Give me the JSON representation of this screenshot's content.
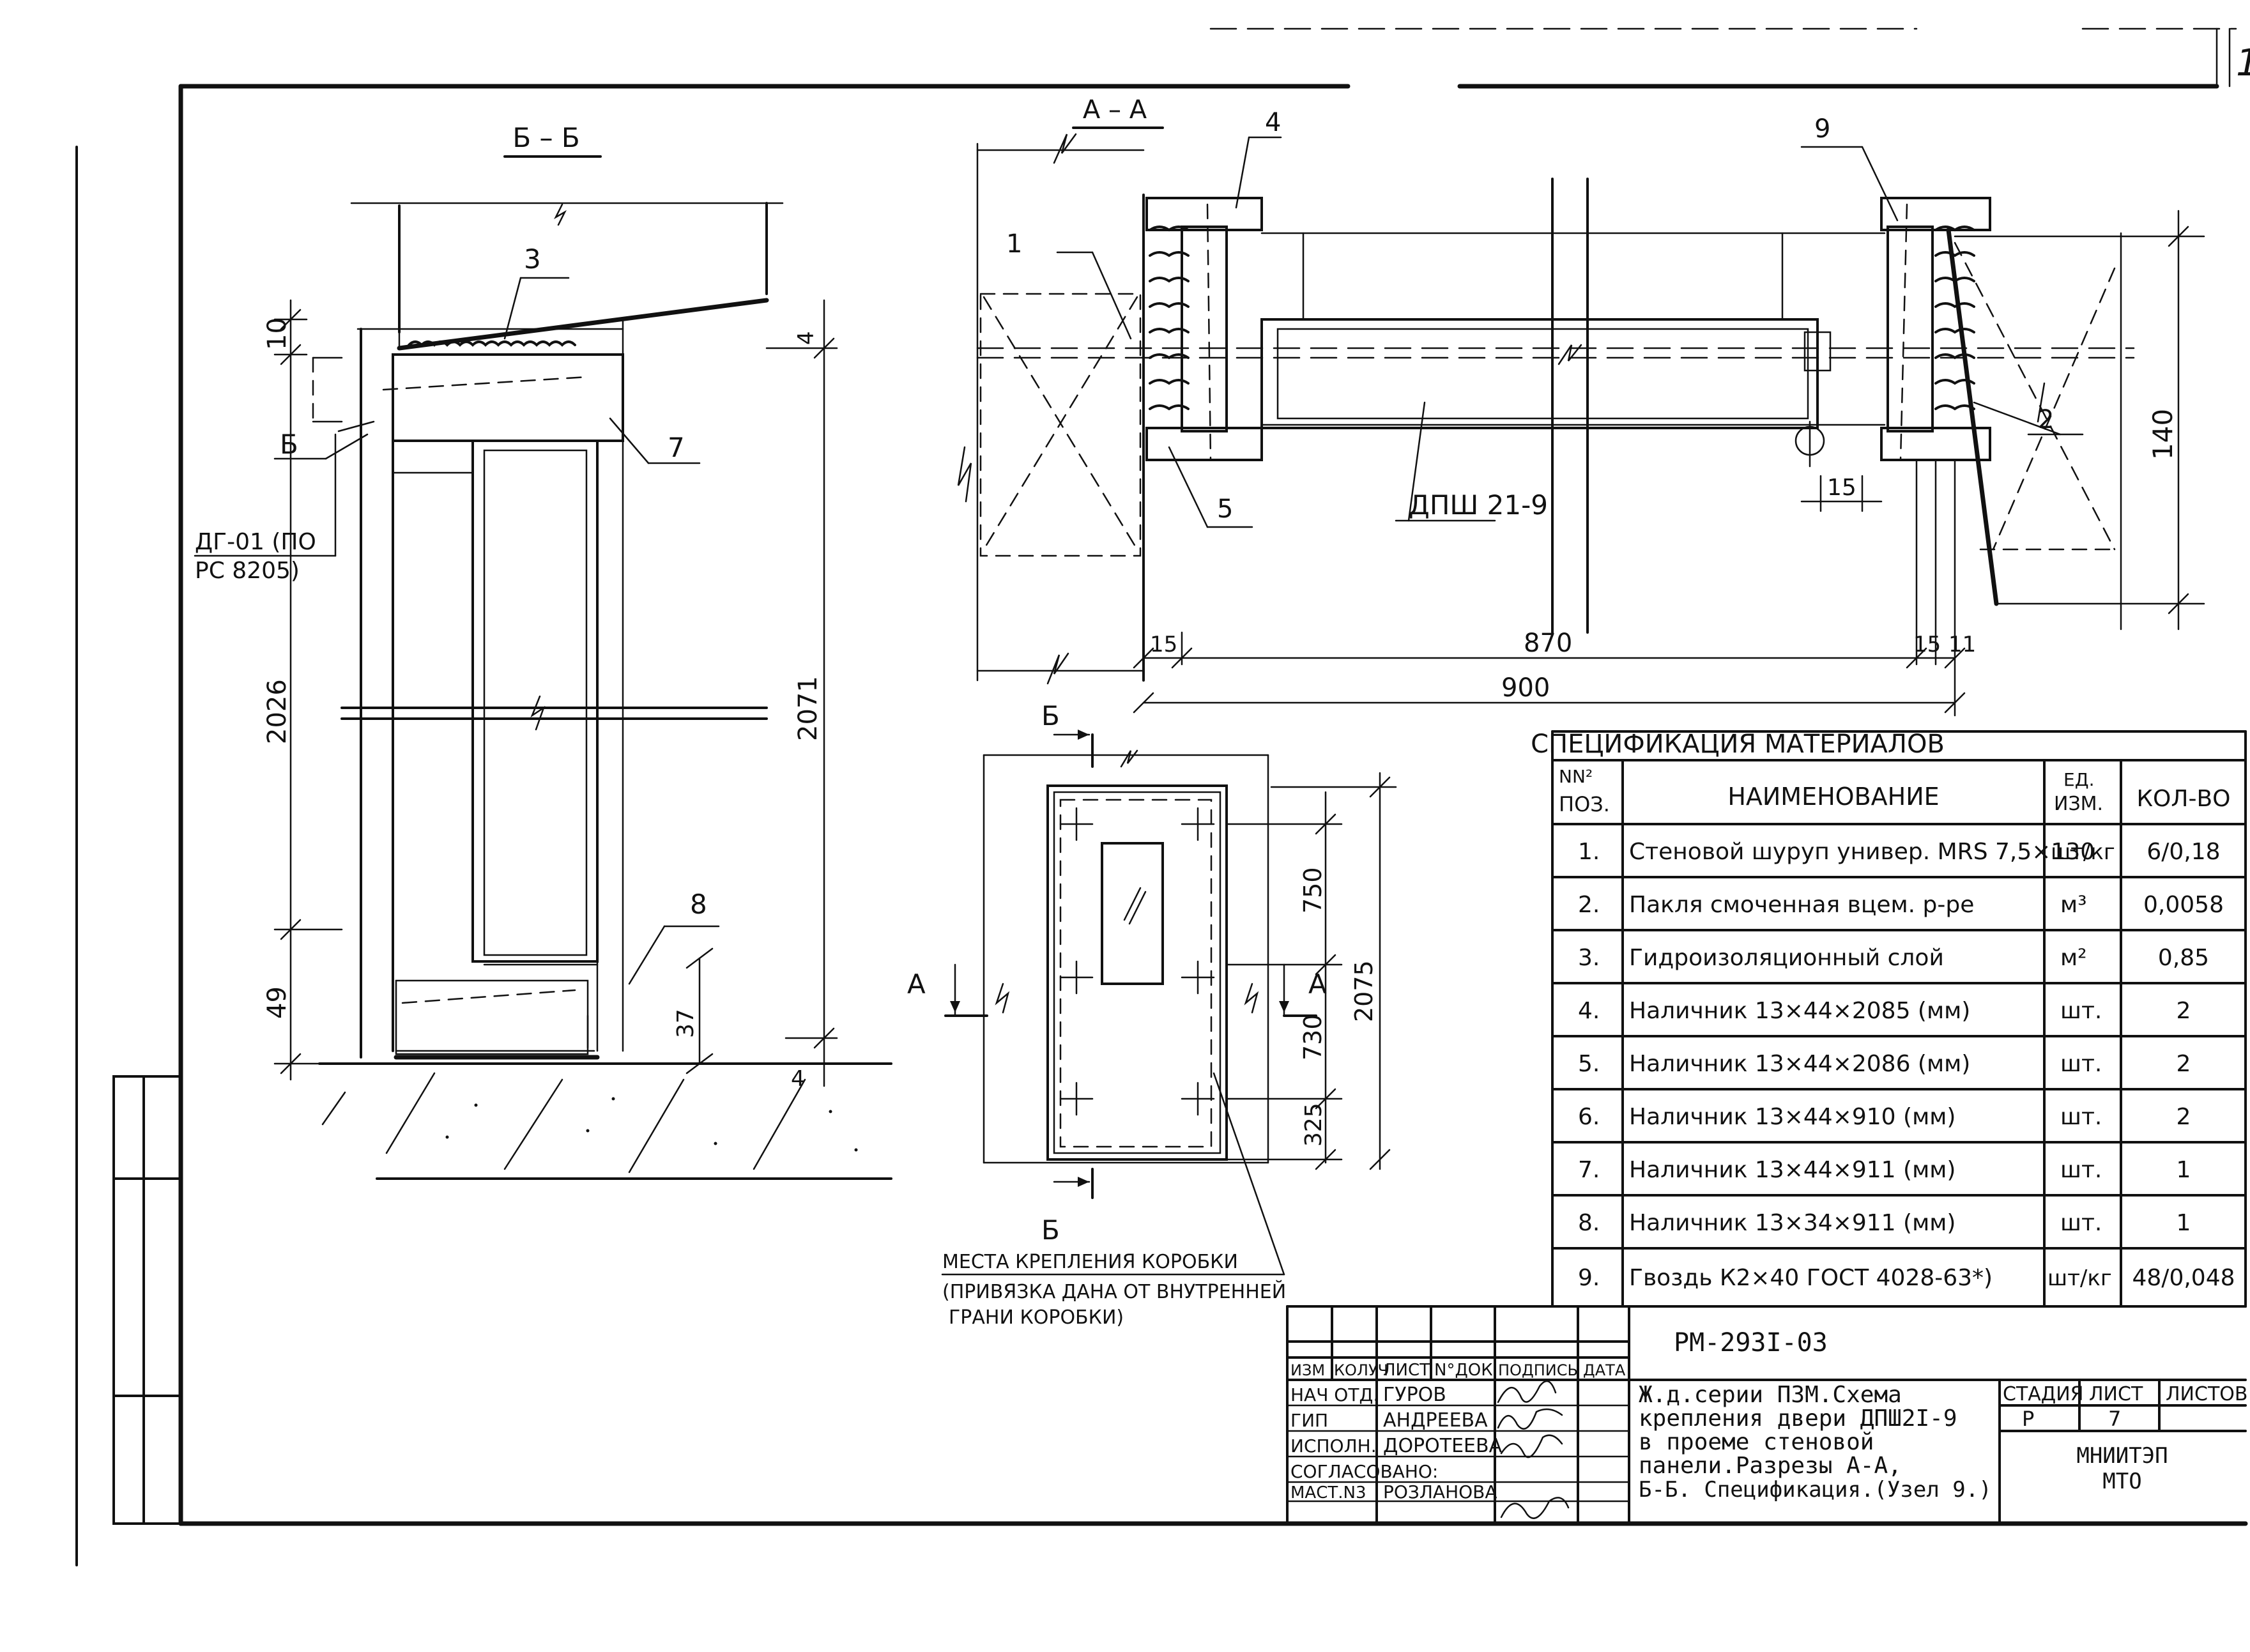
{
  "sheet": {
    "corner_number": "1",
    "doc_code": "РМ-293I-03"
  },
  "section_bb": {
    "title": "Б – Б",
    "dims": {
      "d10": "10",
      "d2026": "2026",
      "d49": "49",
      "d2071": "2071",
      "d37": "37",
      "d4": "4"
    },
    "labels": {
      "pos3": "3",
      "pos7": "7",
      "pos8": "8",
      "cut_b": "Б",
      "hinge_line1": "ДГ-01 (ПО",
      "hinge_line2": "РС 8205)"
    }
  },
  "section_aa": {
    "title": "А – А",
    "door_label": "ДПШ 21-9",
    "labels": {
      "pos1": "1",
      "pos2": "2",
      "pos4": "4",
      "pos5": "5",
      "pos9": "9"
    },
    "dims": {
      "d15a": "15",
      "d15b": "15",
      "d15c": "15",
      "d11": "11",
      "d870": "870",
      "d900": "900",
      "d140": "140"
    }
  },
  "elevation": {
    "cut_b_top": "Б",
    "cut_b_bottom": "Б",
    "cut_a_left": "А",
    "cut_a_right": "А",
    "dims": {
      "d750": "750",
      "d730": "730",
      "d325": "325",
      "d2075": "2075"
    },
    "note_line1": "МЕСТА КРЕПЛЕНИЯ КОРОБКИ",
    "note_line2": "(ПРИВЯЗКА ДАНА ОТ ВНУТРЕННЕЙ",
    "note_line3": "ГРАНИ КОРОБКИ)"
  },
  "spec": {
    "title": "СПЕЦИФИКАЦИЯ МАТЕРИАЛОВ",
    "headers": {
      "num_line1": "NN²",
      "num_line2": "ПОЗ.",
      "name": "НАИМЕНОВАНИЕ",
      "unit_line1": "ЕД.",
      "unit_line2": "ИЗМ.",
      "qty": "КОЛ-ВО"
    },
    "rows": [
      {
        "num": "1.",
        "name": "Стеновой шуруп универ. MRS 7,5×130",
        "unit": "шт/кг",
        "qty": "6/0,18"
      },
      {
        "num": "2.",
        "name": "Пакля смоченная вцем. р-ре",
        "unit": "м³",
        "qty": "0,0058"
      },
      {
        "num": "3.",
        "name": "Гидроизоляционный слой",
        "unit": "м²",
        "qty": "0,85"
      },
      {
        "num": "4.",
        "name": "Наличник 13×44×2085 (мм)",
        "unit": "шт.",
        "qty": "2"
      },
      {
        "num": "5.",
        "name": "Наличник 13×44×2086 (мм)",
        "unit": "шт.",
        "qty": "2"
      },
      {
        "num": "6.",
        "name": "Наличник 13×44×910 (мм)",
        "unit": "шт.",
        "qty": "2"
      },
      {
        "num": "7.",
        "name": "Наличник 13×44×911 (мм)",
        "unit": "шт.",
        "qty": "1"
      },
      {
        "num": "8.",
        "name": "Наличник 13×34×911 (мм)",
        "unit": "шт.",
        "qty": "1"
      },
      {
        "num": "9.",
        "name": "Гвоздь К2×40 ГОСТ 4028-63*)",
        "unit": "шт/кг",
        "qty": "48/0,048"
      }
    ]
  },
  "title_block": {
    "col_izm": "ИЗМ",
    "col_koluch": "КОЛУЧ",
    "col_list": "ЛИСТ",
    "col_ndok": "N°ДОК",
    "col_podpis": "ПОДПИСЬ",
    "col_data": "ДАТА",
    "roles": [
      {
        "role": "НАЧ ОТД.",
        "name": "ГУРОВ"
      },
      {
        "role": "ГИП",
        "name": "АНДРЕЕВА"
      },
      {
        "role": "ИСПОЛН.",
        "name": "ДОРОТЕЕВА"
      },
      {
        "role": "СОГЛАСОВАНО:",
        "name": ""
      },
      {
        "role": "МАСТ.N3",
        "name": "РОЗЛАНОВА"
      }
    ],
    "description_lines": [
      "Ж.д.серии  П3М.Схема",
      "крепления двери ДПШ2I-9",
      "в проеме  стеновой",
      "панели.Разрезы  А-А,",
      "Б-Б. Спецификация.(Узел 9.)"
    ],
    "stage_label": "СТАДИЯ",
    "sheet_label": "ЛИСТ",
    "sheets_label": "ЛИСТОВ",
    "stage_value": "Р",
    "sheet_value": "7",
    "org_line1": "МНИИТЭП",
    "org_line2": "МТО"
  }
}
